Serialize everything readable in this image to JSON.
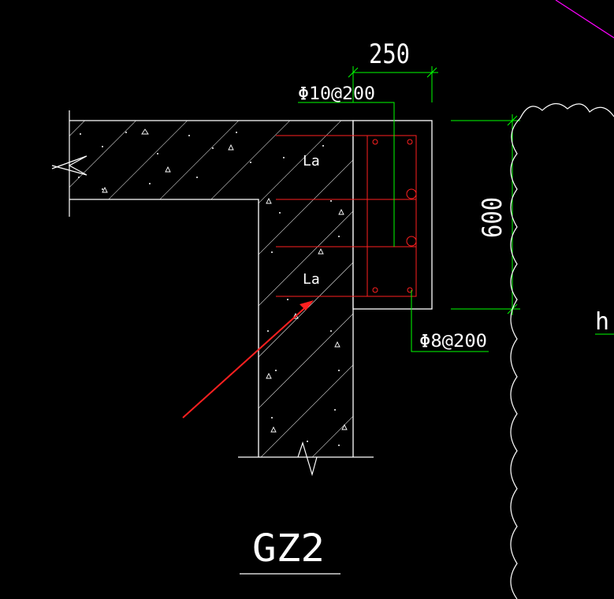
{
  "drawing": {
    "title": "GZ2",
    "dimensions": {
      "width_label": "250",
      "height_label": "600"
    },
    "rebar_notes": {
      "top_note": "Φ10@200",
      "bottom_note": "Φ8@200"
    },
    "anchorage_labels": {
      "upper": "La",
      "lower": "La"
    },
    "edge_letter": "h",
    "colors": {
      "background": "#000000",
      "outline": "#ffffff",
      "dimension": "#00ff00",
      "rebar": "#ff2020",
      "arrow": "#ff2020",
      "accent_line": "#ff00ff"
    }
  }
}
